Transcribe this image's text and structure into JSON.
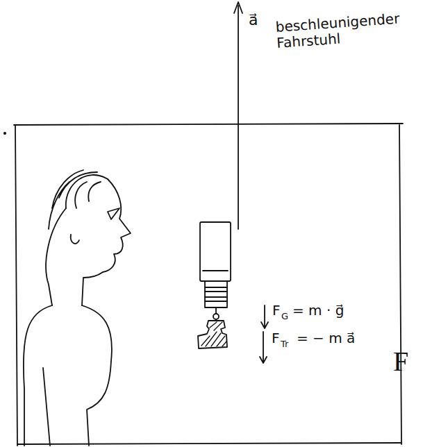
{
  "diagram": {
    "labels": [
      "a⃗",
      "beschleunigender Fahrstuhl",
      "F",
      "G",
      "= m · g⃗",
      "F",
      "Tr",
      "= − m a⃗",
      "F⃗"
    ]
  }
}
